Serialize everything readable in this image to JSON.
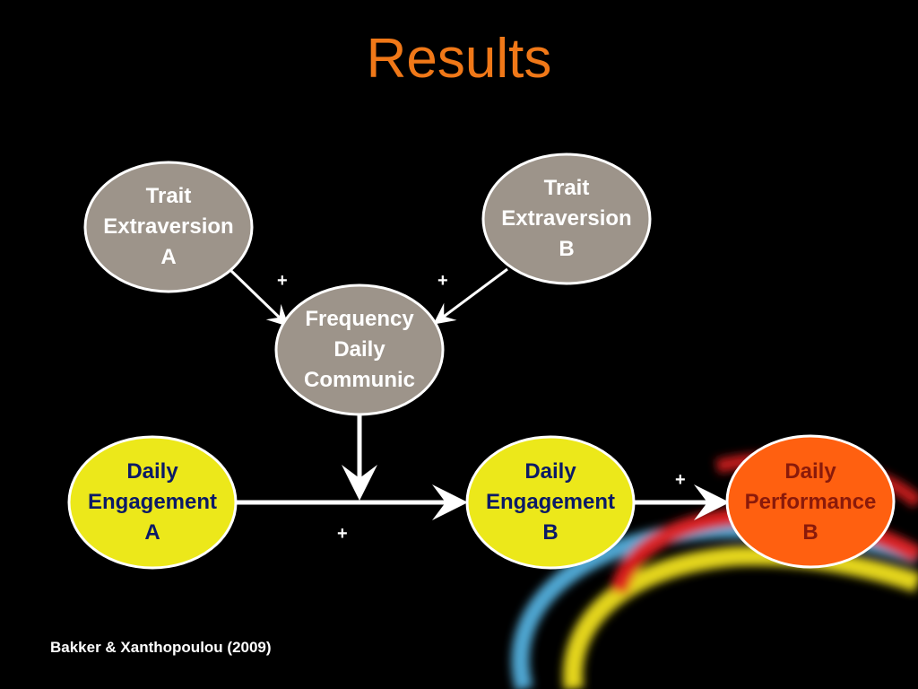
{
  "slide": {
    "title": "Results",
    "citation": "Bakker & Xanthopoulou (2009)"
  },
  "nodes": {
    "trait_a": {
      "line1": "Trait",
      "line2": "Extraversion",
      "line3": "A"
    },
    "trait_b": {
      "line1": "Trait",
      "line2": "Extraversion",
      "line3": "B"
    },
    "frequency": {
      "line1": "Frequency",
      "line2": "Daily",
      "line3": "Communic"
    },
    "engagement_a": {
      "line1": "Daily",
      "line2": "Engagement",
      "line3": "A"
    },
    "engagement_b": {
      "line1": "Daily",
      "line2": "Engagement",
      "line3": "B"
    },
    "performance_b": {
      "line1": "Daily",
      "line2": "Performance",
      "line3": "B"
    }
  },
  "signs": {
    "trait_a_to_freq": "+",
    "trait_b_to_freq": "+",
    "eng_a_to_eng_b": "+",
    "eng_b_to_perf_b": "+"
  },
  "colors": {
    "background": "#000000",
    "title": "#f07818",
    "grey_node": "#9d948a",
    "yellow_node": "#ece81a",
    "orange_node": "#ff6010",
    "arrow": "#ffffff"
  }
}
